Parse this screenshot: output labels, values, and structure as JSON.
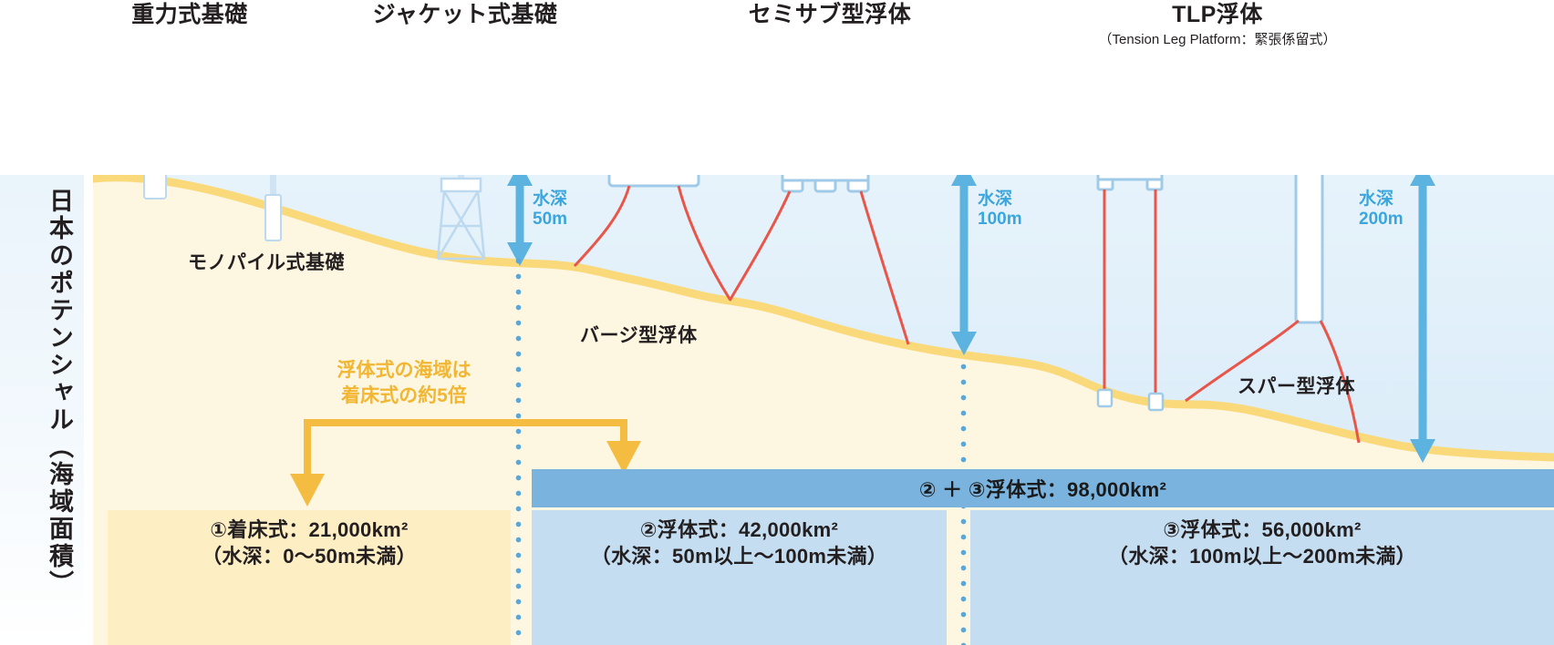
{
  "headers": [
    {
      "main": "重力式基礎",
      "sub": ""
    },
    {
      "main": "ジャケット式基礎",
      "sub": ""
    },
    {
      "main": "セミサブ型浮体",
      "sub": ""
    },
    {
      "main": "TLP浮体",
      "sub": "（Tension Leg Platform：緊張係留式）"
    }
  ],
  "left_axis_label": "日本のポテンシャル（海域面積）",
  "inline_labels": [
    {
      "text": "モノパイル式基礎"
    },
    {
      "text": "バージ型浮体"
    },
    {
      "text": "スパー型浮体"
    }
  ],
  "depth_markers": [
    {
      "label": "水深",
      "value": "50m"
    },
    {
      "label": "水深",
      "value": "100m"
    },
    {
      "label": "水深",
      "value": "200m"
    }
  ],
  "annotation": {
    "line1": "浮体式の海域は",
    "line2": "着床式の約5倍"
  },
  "combined_bar": "② ＋ ③浮体式：98,000km²",
  "boxes": [
    {
      "line1": "①着床式：21,000km²",
      "line2": "（水深：0〜50m未満）"
    },
    {
      "line1": "②浮体式：42,000km²",
      "line2": "（水深：50m以上〜100m未満）"
    },
    {
      "line1": "③浮体式：56,000km²",
      "line2": "（水深：100m以上〜200m未満）"
    }
  ],
  "colors": {
    "sea": "#dcedf9",
    "seabed": "#fdf6e0",
    "seabed_line": "#f9d97a",
    "mooring_line": "#e8564a",
    "turbine": "#cfe3f3",
    "accent_orange": "#f2b632",
    "accent_blue": "#3aa6dd",
    "bar_blue": "#7ab4de",
    "box_blue": "#c5ddf0",
    "box_yellow": "#fdeec4",
    "text": "#231f20"
  },
  "chart_data": {
    "type": "diagram",
    "title": "日本のポテンシャル（海域面積）",
    "categories": [
      "①着床式",
      "②浮体式",
      "③浮体式"
    ],
    "values": [
      21000,
      42000,
      56000
    ],
    "unit": "km²",
    "depth_ranges": [
      "0〜50m未満",
      "50m以上〜100m未満",
      "100m以上〜200m未満"
    ],
    "combined_value": 98000,
    "ratio_note": "浮体式の海域は着床式の約5倍"
  }
}
